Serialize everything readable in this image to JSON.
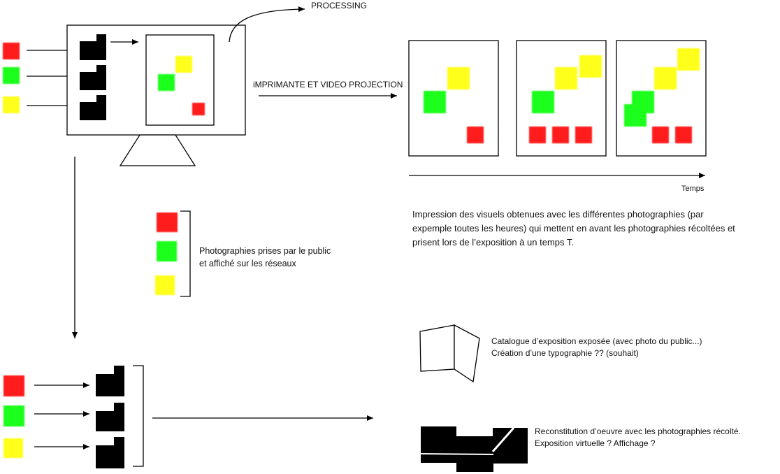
{
  "labels": {
    "processing": "PROCESSING",
    "printer_projection": "iMPRIMANTE ET VIDEO PROJECTION",
    "time_axis": "Temps"
  },
  "texts": {
    "impression": "Impression des visuels obtenues avec les différentes photographies (par expemple toutes les heures) qui mettent en avant les photographies récoltées et prisent lors de l’exposition à un temps T.",
    "photos_public": "Photographies prises par le public et affiché sur les réseaux",
    "catalogue": "Catalogue d’exposition exposée (avec photo du public...) Création d’une typographie ?? (souhait)",
    "reconstitution": "Reconstitution d’oeuvre avec les photographies récolté. Exposition virtuelle ? Affichage ?"
  },
  "colors": {
    "red": "#ff0000",
    "green": "#00ff00",
    "yellow": "#ffff00",
    "line": "#000000"
  },
  "icons": {
    "folder": "folder-icon",
    "book": "open-book-icon",
    "monitor": "computer-monitor-icon"
  }
}
